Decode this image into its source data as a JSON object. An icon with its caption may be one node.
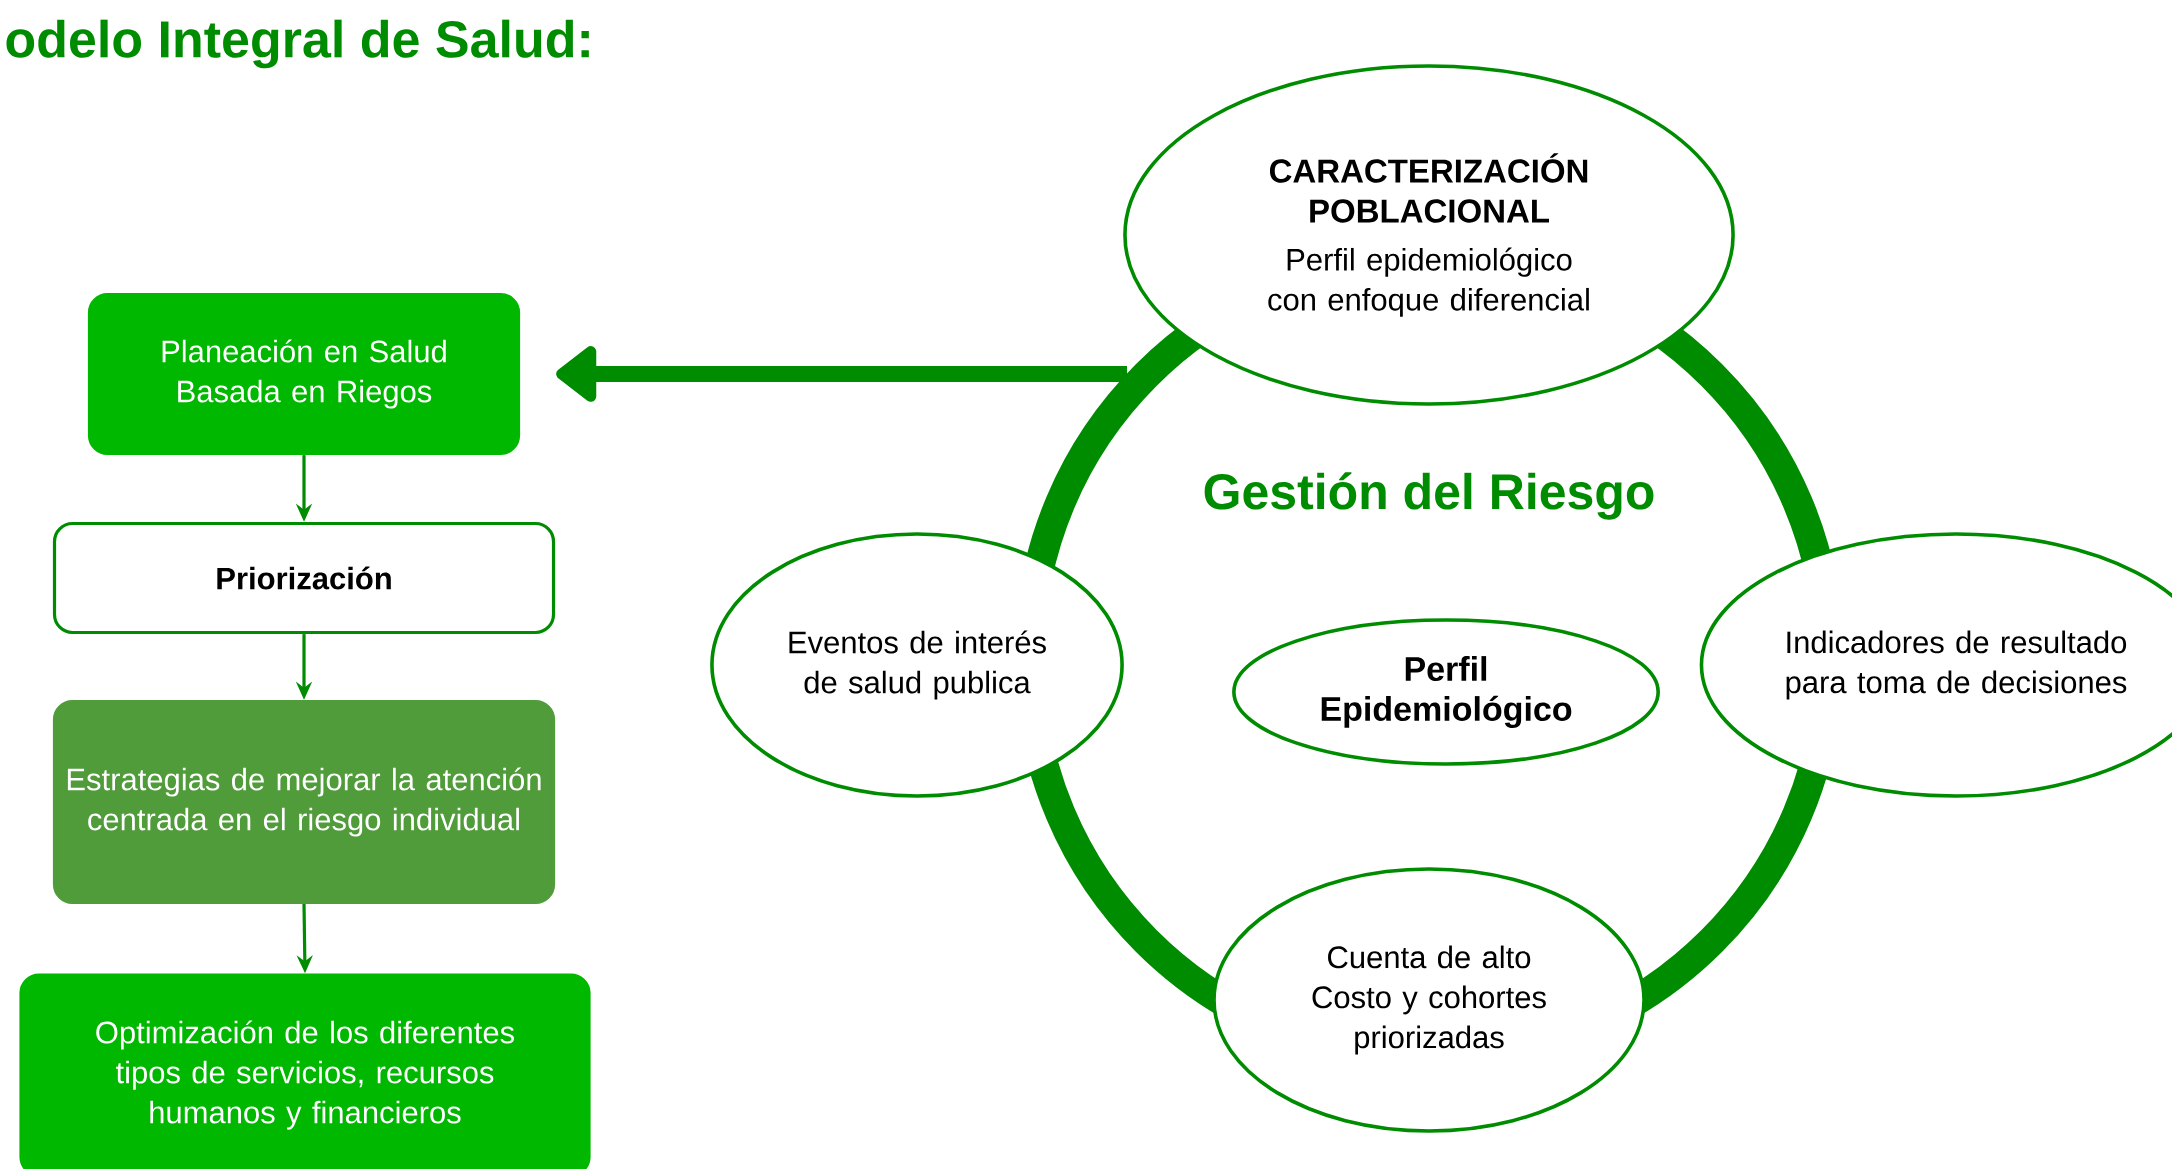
{
  "diagram": {
    "title": "odelo Integral de Salud:",
    "nodes": [
      {
        "text": [
          "Gestión del Riesgo"
        ]
      },
      {
        "text": [
          "Planeación en Salud Basada en Riegos"
        ]
      },
      {
        "text": [
          "Priorización"
        ]
      },
      {
        "text": [
          "Estrategias de mejorar la atención centrada en el riesgo individual"
        ]
      },
      {
        "text": [
          "Optimización de los diferentes tipos de servicios, recursos humanos y financieros"
        ]
      },
      {
        "text": [
          "CARACTERIZACIÓN POBLACIONAL",
          "Perfil epidemiológico con enfoque diferencial"
        ]
      },
      {
        "text": [
          "Eventos de interés de salud publica"
        ]
      },
      {
        "text": [
          "Perfil Epidemiológico"
        ],
        "in": 0
      },
      {
        "text": [
          "Indicadores de resultado para toma de decisiones"
        ]
      },
      {
        "text": [
          "Cuenta de alto Costo y cohortes priorizadas"
        ]
      }
    ],
    "edges": [
      {
        "from": 1,
        "to": 2,
        "arrow": "to"
      },
      {
        "from": 2,
        "to": 3,
        "arrow": "to"
      },
      {
        "from": 3,
        "to": 4,
        "arrow": "to"
      },
      {
        "from": 0,
        "to": 1,
        "arrow": "to",
        "style": "thick"
      }
    ]
  }
}
